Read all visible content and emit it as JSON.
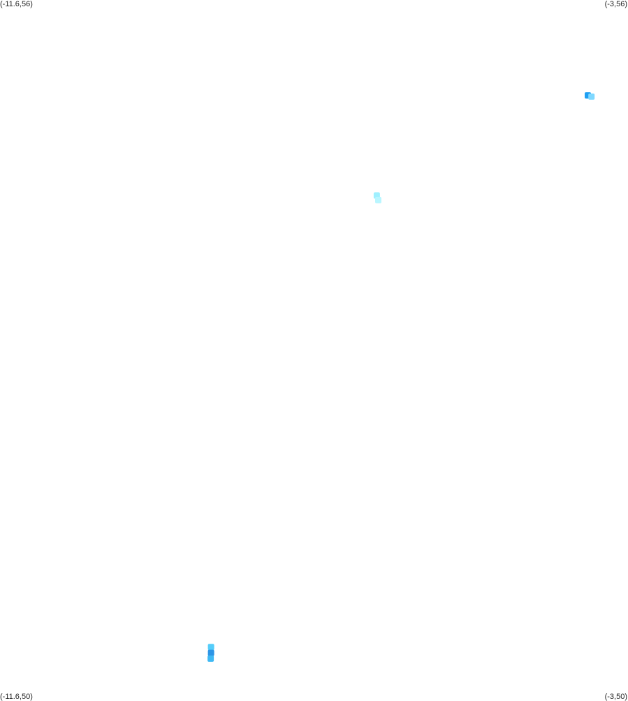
{
  "map": {
    "corners": {
      "top_left": "(-11.6,56)",
      "top_right": "(-3,56)",
      "bottom_left": "(-11.6,50)",
      "bottom_right": "(-3,50)"
    },
    "extent": {
      "lon_min": -11.6,
      "lon_max": -3,
      "lat_min": 50,
      "lat_max": 56
    },
    "point_clusters": [
      {
        "lon": -3.55,
        "lat": 55.18,
        "cells": [
          {
            "dlon": 0.0,
            "dlat": 0.0,
            "color": "#1e9ff2"
          },
          {
            "dlon": 0.05,
            "dlat": -0.01,
            "color": "#7fd8ff"
          }
        ]
      },
      {
        "lon": -6.43,
        "lat": 54.3,
        "cells": [
          {
            "dlon": -0.01,
            "dlat": 0.02,
            "color": "#9ff0ff"
          },
          {
            "dlon": 0.01,
            "dlat": -0.02,
            "color": "#b9f6ff"
          }
        ]
      },
      {
        "lon": -8.71,
        "lat": 50.39,
        "cells": [
          {
            "dlon": 0.0,
            "dlat": 0.05,
            "color": "#55cdfa"
          },
          {
            "dlon": 0.0,
            "dlat": 0.0,
            "color": "#2d95e6"
          },
          {
            "dlon": -0.005,
            "dlat": -0.05,
            "color": "#3fb9f4"
          }
        ]
      }
    ]
  }
}
